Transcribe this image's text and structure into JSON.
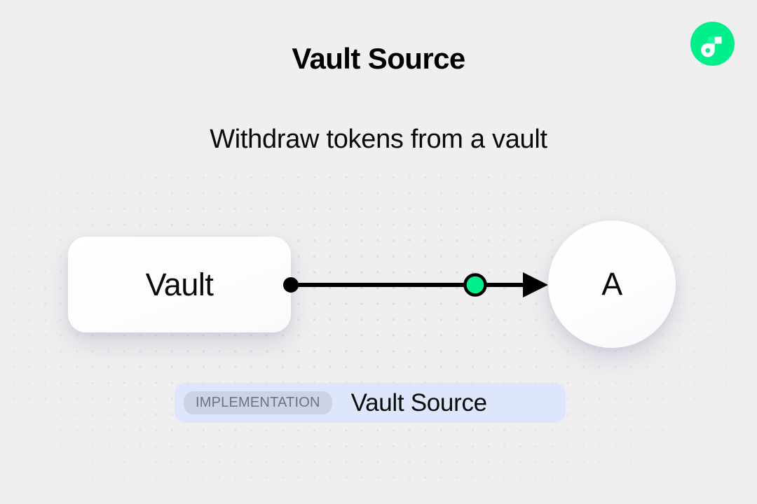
{
  "header": {
    "title": "Vault Source",
    "subtitle": "Withdraw tokens from a vault"
  },
  "brand": {
    "logo_icon": "flow-logo-icon",
    "logo_color": "#00ef8b",
    "logo_accent_color": "#16ff9e",
    "logo_mark_color": "#ffffff"
  },
  "diagram": {
    "type": "flow-graph",
    "source_node": {
      "label": "Vault",
      "shape": "rounded-rect",
      "connector_icon": "connector-dot-icon",
      "connector_color": "#000000"
    },
    "edge": {
      "label": "",
      "line_color": "#000000",
      "arrowhead_icon": "arrow-right-icon",
      "midpoint_node": {
        "label": "",
        "shape": "circle",
        "fill_color": "#00ef8b",
        "stroke_color": "#000000"
      }
    },
    "target_node": {
      "label": "A",
      "shape": "circle"
    }
  },
  "footer": {
    "badge_label": "IMPLEMENTATION",
    "implementation_name": "Vault Source",
    "badge_bg_color": "#ccd4e4",
    "bar_bg_color": "#dde6fa"
  },
  "canvas": {
    "background_color": "#efefef",
    "dot_color": "#d9d9dd"
  }
}
